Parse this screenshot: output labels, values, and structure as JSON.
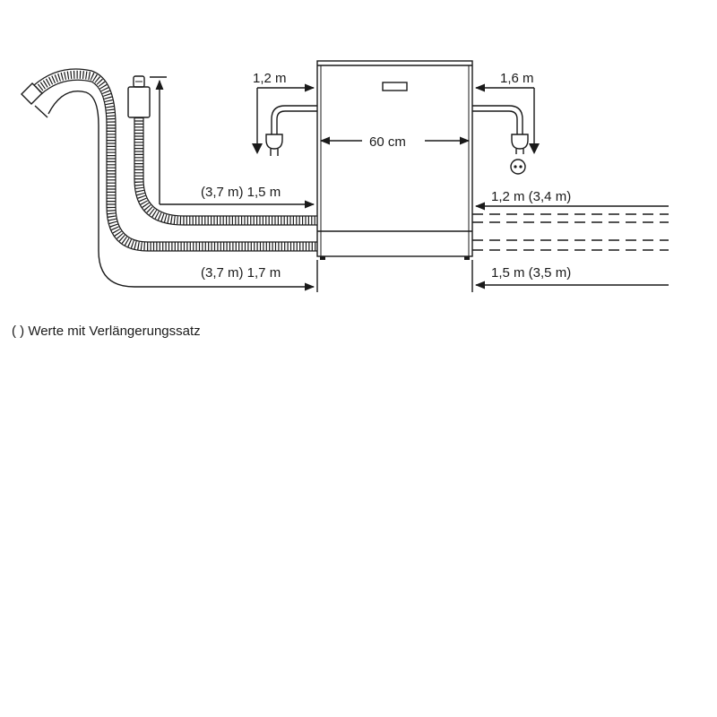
{
  "labels": {
    "power_left": "1,2 m",
    "power_right": "1,6 m",
    "width": "60 cm",
    "drain_hose": "(3,7 m) 1,5 m",
    "water_right": "1,2 m (3,4 m)",
    "inlet_hose": "(3,7 m) 1,7 m",
    "bottom_right": "1,5 m (3,5 m)"
  },
  "footnote": "(  ) Werte mit Verlängerungssatz",
  "colors": {
    "line": "#1a1a1a",
    "background": "#ffffff"
  }
}
